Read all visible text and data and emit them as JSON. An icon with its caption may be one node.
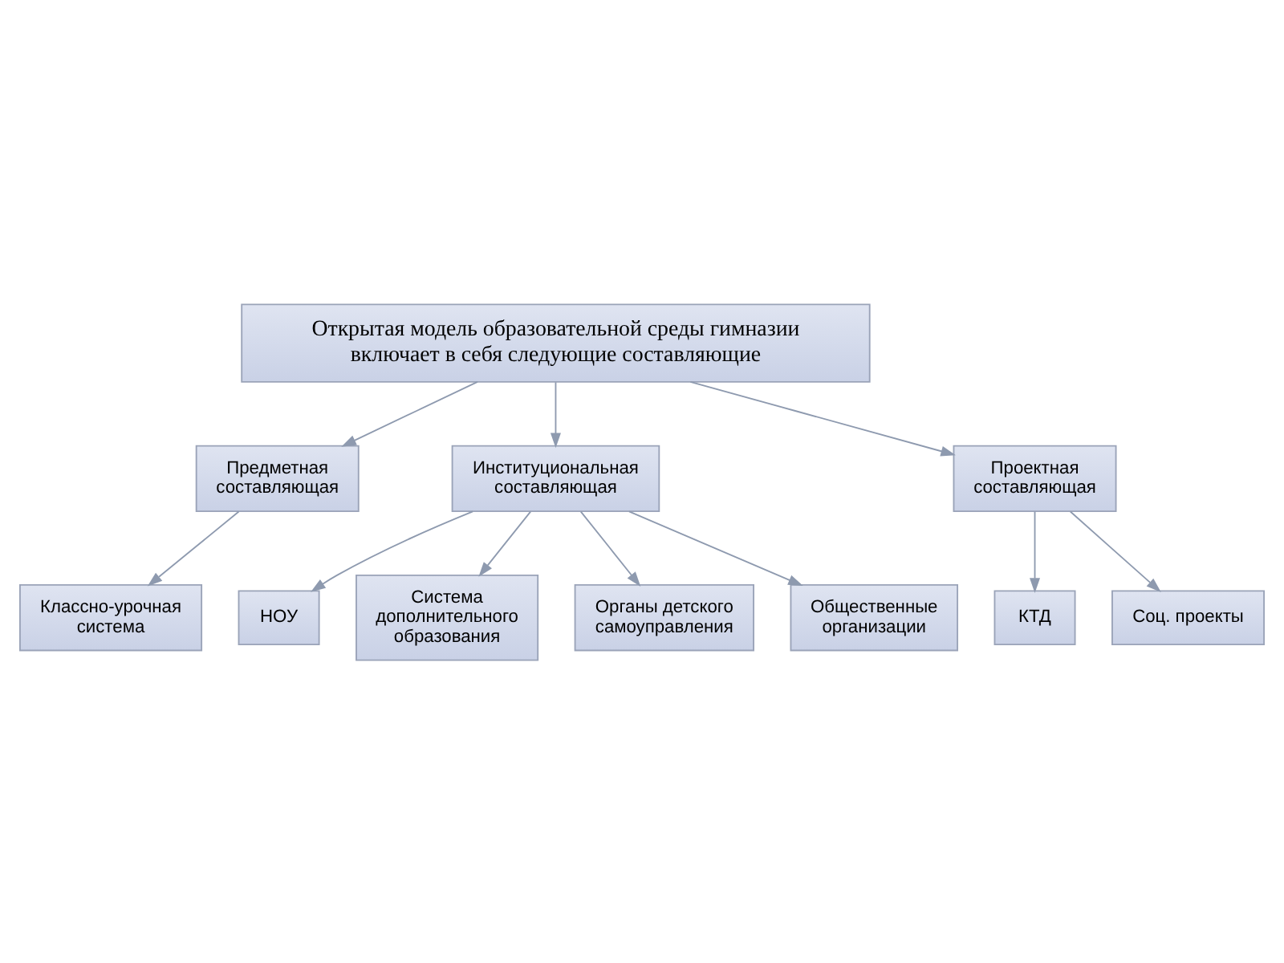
{
  "diagram": {
    "nodes": [
      {
        "text": [
          "Открытая модель образовательной среды гимназии включает в себя следующие составляющие"
        ]
      },
      {
        "text": [
          "Предметная составляющая"
        ]
      },
      {
        "text": [
          "Институциональная составляющая"
        ]
      },
      {
        "text": [
          "Проектная составляющая"
        ]
      },
      {
        "text": [
          "Классно-урочная система"
        ]
      },
      {
        "text": [
          "НОУ"
        ]
      },
      {
        "text": [
          "Система дополнительного образования"
        ]
      },
      {
        "text": [
          "Органы детского самоуправления"
        ]
      },
      {
        "text": [
          "Общественные организации"
        ]
      },
      {
        "text": [
          "КТД"
        ]
      },
      {
        "text": [
          "Соц. проекты"
        ]
      }
    ],
    "edges": [
      {
        "from": 0,
        "to": 1,
        "arrow": "to"
      },
      {
        "from": 0,
        "to": 2,
        "arrow": "to"
      },
      {
        "from": 0,
        "to": 3,
        "arrow": "to"
      },
      {
        "from": 1,
        "to": 4,
        "arrow": "to"
      },
      {
        "from": 2,
        "to": 5,
        "arrow": "to"
      },
      {
        "from": 2,
        "to": 6,
        "arrow": "to"
      },
      {
        "from": 2,
        "to": 7,
        "arrow": "to"
      },
      {
        "from": 2,
        "to": 8,
        "arrow": "to"
      },
      {
        "from": 3,
        "to": 9,
        "arrow": "to"
      },
      {
        "from": 3,
        "to": 10,
        "arrow": "to"
      }
    ]
  }
}
